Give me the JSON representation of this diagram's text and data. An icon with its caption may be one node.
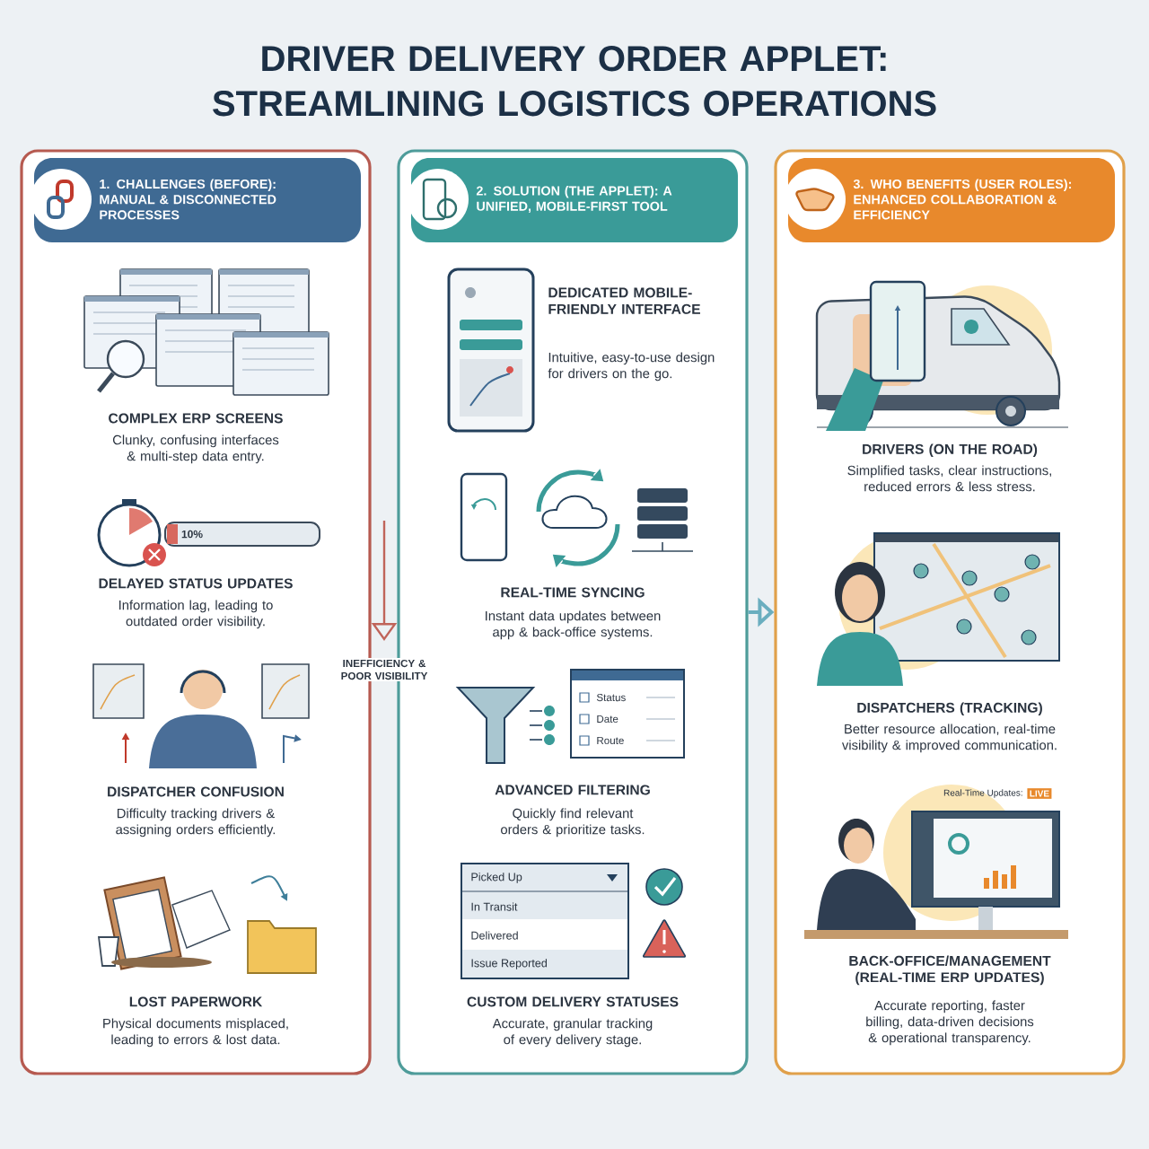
{
  "diagram": {
    "title": "DRIVER DELIVERY ORDER APPLET: STREAMLINING LOGISTICS OPERATIONS",
    "nodes": [
      {
        "text": [
          "1. CHALLENGES (BEFORE): MANUAL & DISCONNECTED PROCESSES",
          "COMPLEX ERP SCREENS",
          "Clunky, confusing interfaces & multi-step data entry.",
          "DELAYED STATUS UPDATES",
          "Information lag, leading to outdated order visibility.",
          "DISPATCHER CONFUSION",
          "Difficulty tracking drivers & assigning orders efficiently.",
          "LOST PAPERWORK",
          "Physical documents misplaced, leading to errors & lost data."
        ]
      },
      {
        "text": [
          "2. SOLUTION (THE APPLET): A UNIFIED, MOBILE-FIRST TOOL",
          "DEDICATED MOBILE-FRIENDLY INTERFACE",
          "Intuitive, easy-to-use design for drivers on the go.",
          "REAL-TIME SYNCING",
          "Instant data updates between app & back-office systems.",
          "ADVANCED FILTERING",
          "Quickly find relevant orders & prioritize tasks.",
          "CUSTOM DELIVERY STATUSES",
          "Accurate, granular tracking of every delivery stage."
        ]
      },
      {
        "text": [
          "3. WHO BENEFITS (USER ROLES): ENHANCED COLLABORATION & EFFICIENCY",
          "DRIVERS (ON THE ROAD)",
          "Simplified tasks, clear instructions, reduced errors & less stress.",
          "DISPATCHERS (TRACKING)",
          "Better resource allocation, real-time visibility & improved communication.",
          "BACK-OFFICE/MANAGEMENT (REAL-TIME ERP UPDATES)",
          "Accurate reporting, faster billing, data-driven decisions & operational transparency."
        ]
      }
    ],
    "edges": [
      {
        "from": 1,
        "to": 2,
        "arrow": "to"
      }
    ],
    "labels": [
      "10%",
      "INEFFICIENCY & POOR VISIBILITY",
      "Status",
      "Date",
      "Route",
      "Picked Up",
      "In Transit",
      "Delivered",
      "Issue Reported",
      "Real-Time Updates:",
      "LIVE"
    ]
  }
}
